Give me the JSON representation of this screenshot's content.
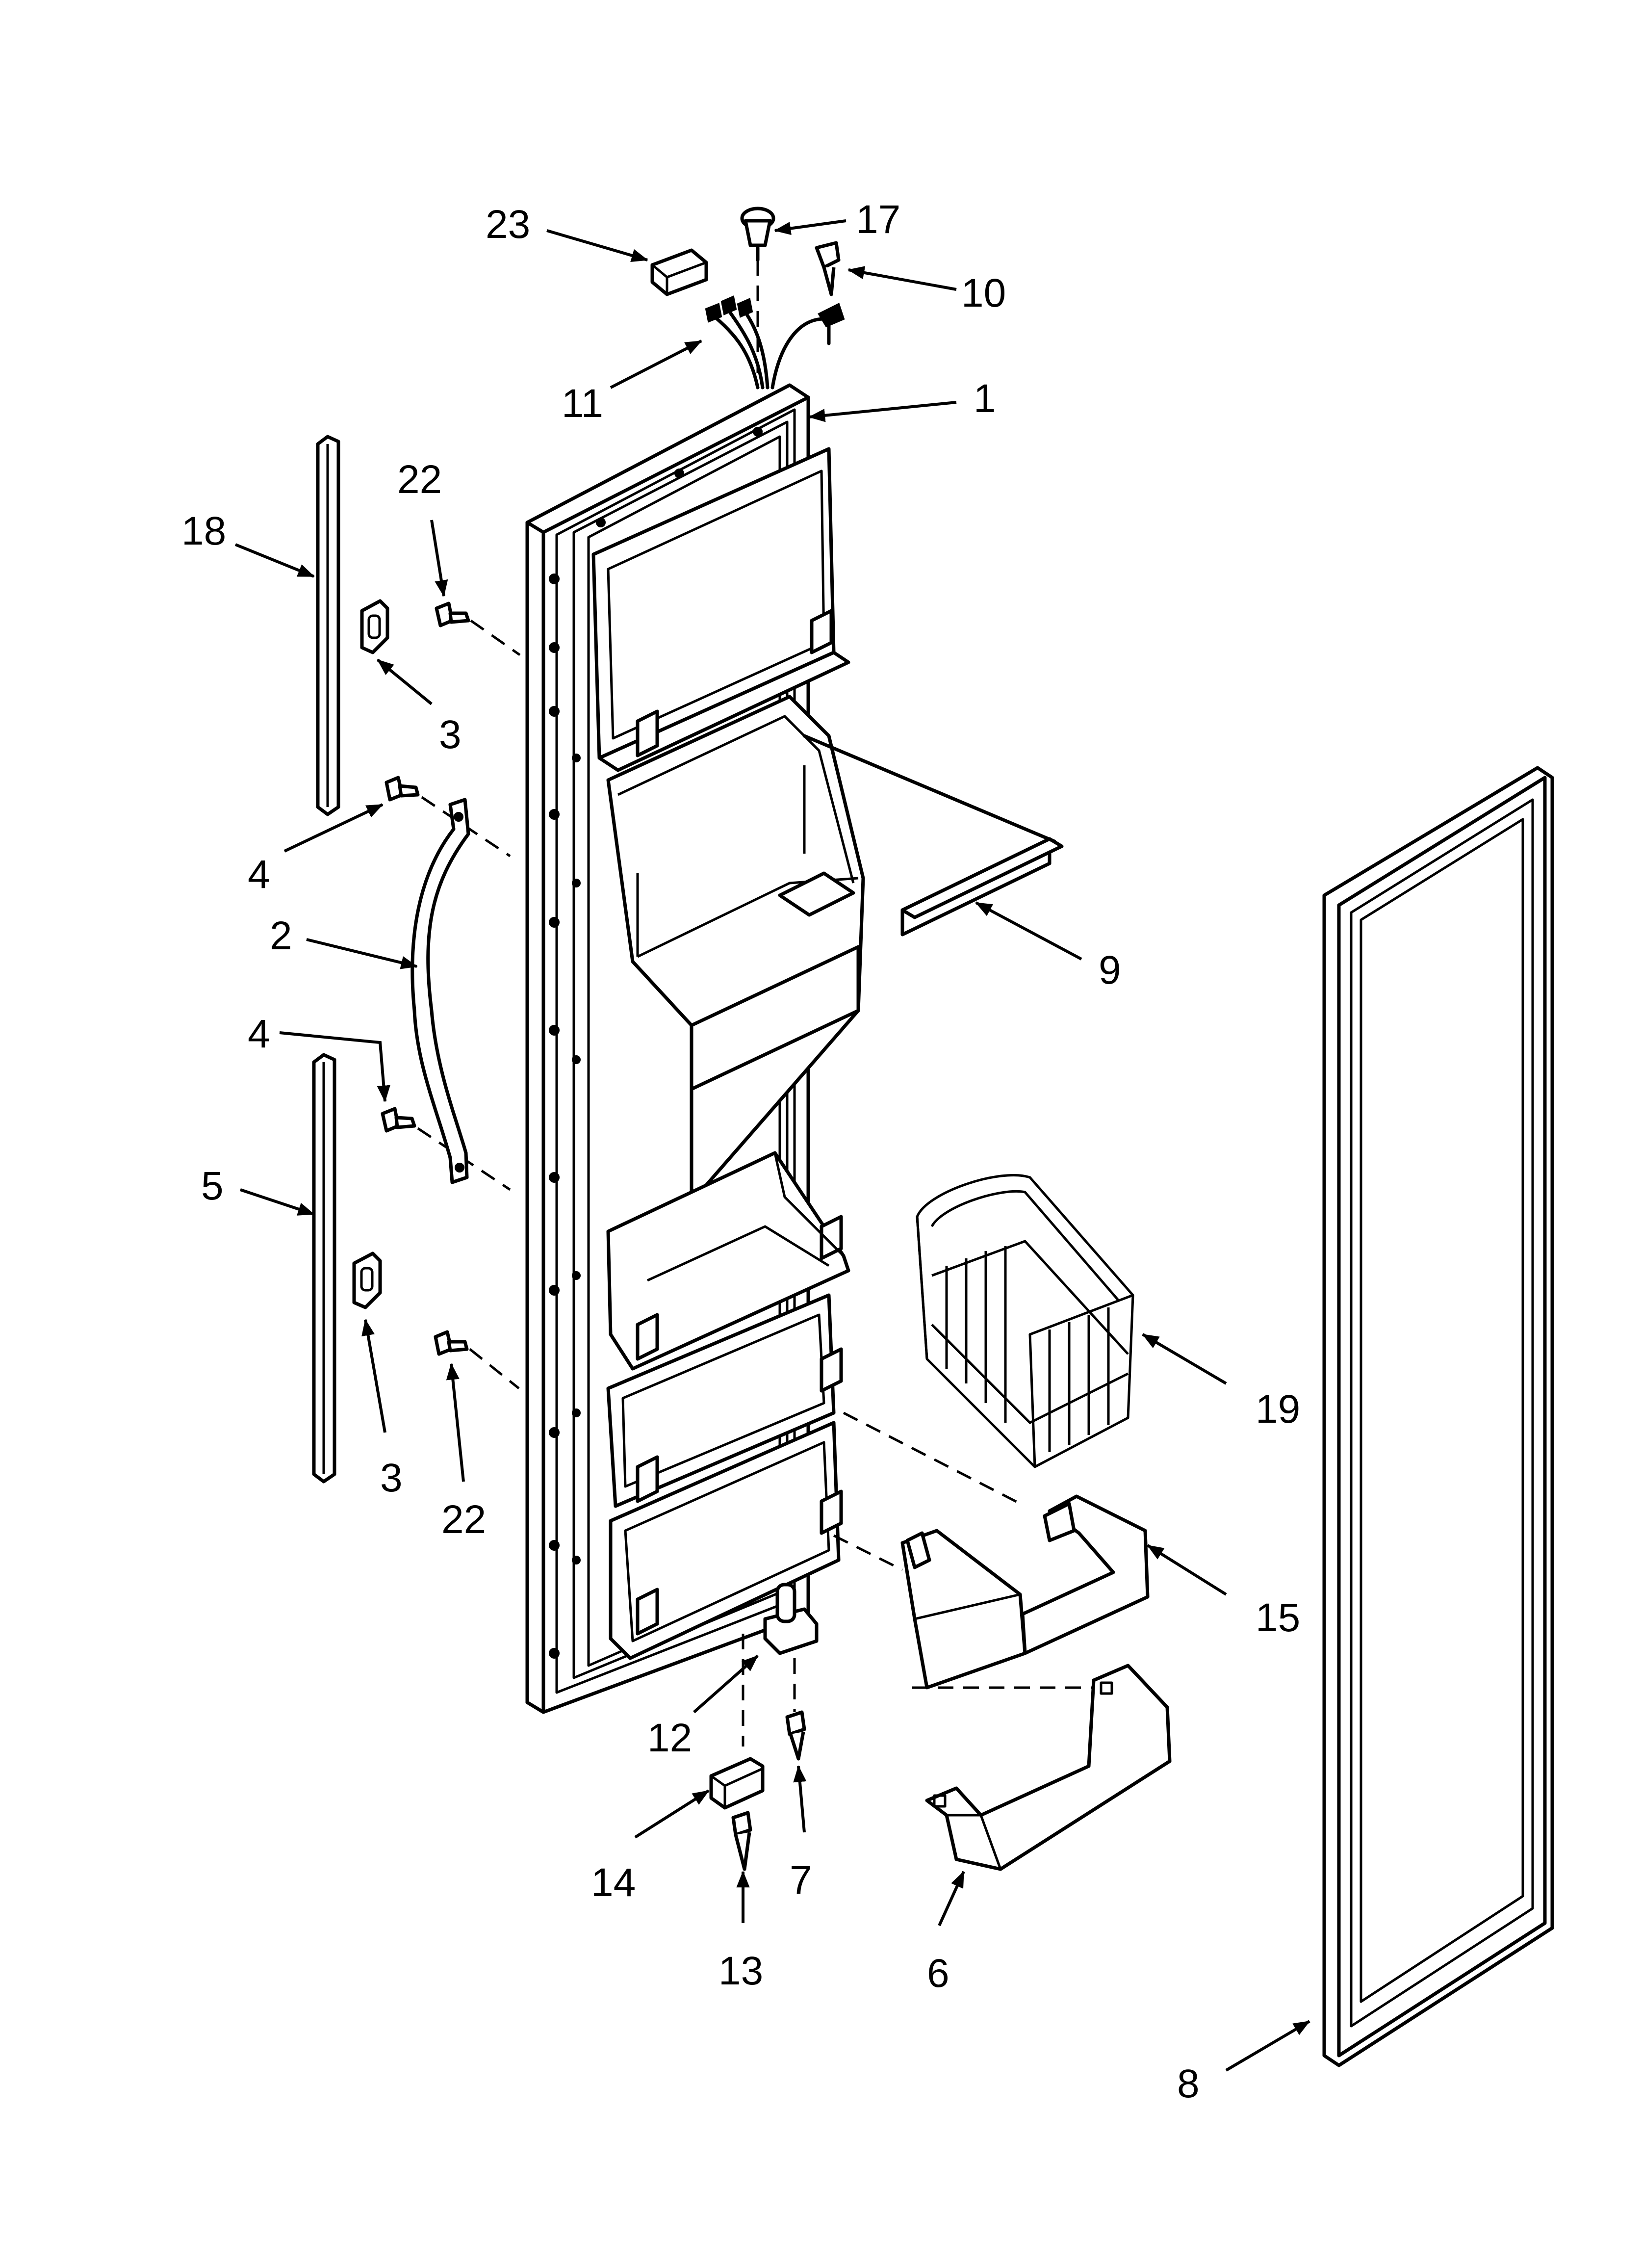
{
  "callouts": {
    "c1": "1",
    "c2": "2",
    "c3a": "3",
    "c3b": "3",
    "c4a": "4",
    "c4b": "4",
    "c5": "5",
    "c6": "6",
    "c7": "7",
    "c8": "8",
    "c9": "9",
    "c10": "10",
    "c11": "11",
    "c12": "12",
    "c13": "13",
    "c14": "14",
    "c15": "15",
    "c17": "17",
    "c18": "18",
    "c19": "19",
    "c22a": "22",
    "c22b": "22",
    "c23": "23"
  }
}
